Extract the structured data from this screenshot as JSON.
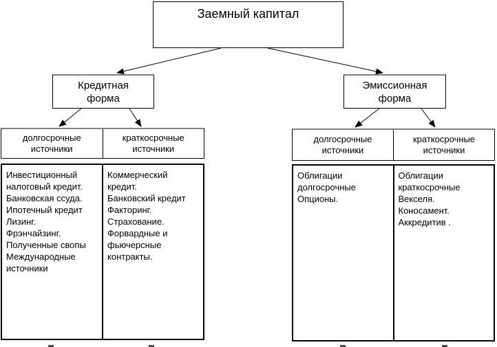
{
  "title": "Заемный капитал",
  "colors": {
    "background": "#ffffff",
    "border": "#000000",
    "border_top_shade": "#808080",
    "text": "#000000"
  },
  "branches": [
    {
      "form": [
        "Кредитная",
        "форма"
      ],
      "columns": [
        {
          "header": [
            "долгосрочные",
            "источники"
          ],
          "items": [
            "Инвестиционный",
            "налоговый кредит.",
            "Банковская ссуда.",
            "Ипотечный кредит",
            "Лизинг.",
            "Фрэнчайзинг.",
            "Полученные свопы",
            "Международные",
            "источники"
          ]
        },
        {
          "header": [
            "краткосрочные",
            "источники"
          ],
          "items": [
            "Коммерческий",
            "кредит.",
            "Банковский кредит",
            "Факторинг.",
            "Страхование.",
            "Форвардные и",
            "фьючерсные",
            "контракты."
          ]
        }
      ]
    },
    {
      "form": [
        "Эмиссионная",
        "форма"
      ],
      "columns": [
        {
          "header": [
            "долгосрочные",
            "источники"
          ],
          "items": [
            "Облигации",
            "долгосрочные",
            "Опционы."
          ]
        },
        {
          "header": [
            "краткосрочные",
            "источники"
          ],
          "items": [
            "Облигации",
            "краткосрочные",
            "Векселя.",
            "Коносамент.",
            "Аккредитив ."
          ]
        }
      ]
    }
  ]
}
